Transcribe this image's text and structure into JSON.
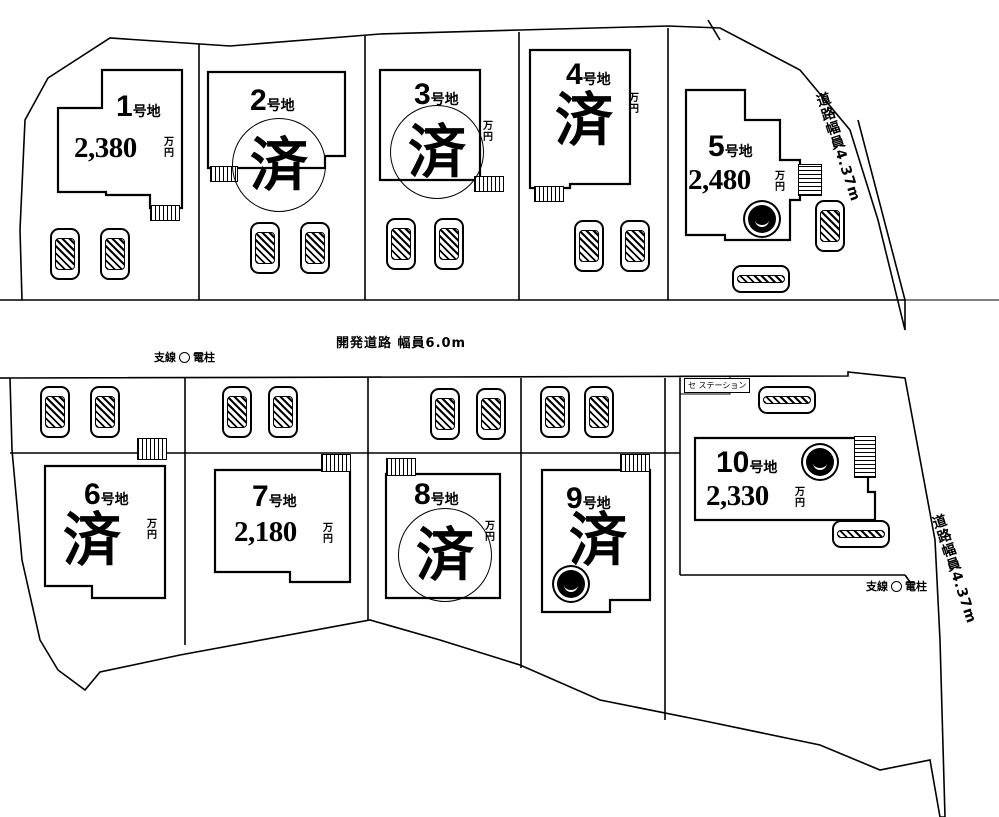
{
  "road": {
    "main": "開発道路 幅員6.0m",
    "east_top": "道路幅員4.37m",
    "east_bottom": "道路幅員4.37m"
  },
  "poles": [
    {
      "label": "支線",
      "label2": "電柱"
    },
    {
      "label": "支線",
      "label2": "電柱"
    }
  ],
  "parking_label": "セ ステーション",
  "lots": [
    {
      "number": "1",
      "suffix": "号地",
      "price": "2,380",
      "unit": "万円",
      "sold": false
    },
    {
      "number": "2",
      "suffix": "号地",
      "price": "",
      "unit": "",
      "sold": true,
      "sold_mark": "済"
    },
    {
      "number": "3",
      "suffix": "号地",
      "price": "",
      "unit": "万円",
      "sold": true,
      "sold_mark": "済"
    },
    {
      "number": "4",
      "suffix": "号地",
      "price": "",
      "unit": "万円",
      "sold": true,
      "sold_mark": "済"
    },
    {
      "number": "5",
      "suffix": "号地",
      "price": "2,480",
      "unit": "万円",
      "sold": false
    },
    {
      "number": "6",
      "suffix": "号地",
      "price": "",
      "unit": "万円",
      "sold": true,
      "sold_mark": "済"
    },
    {
      "number": "7",
      "suffix": "号地",
      "price": "2,180",
      "unit": "万円",
      "sold": false
    },
    {
      "number": "8",
      "suffix": "号地",
      "price": "",
      "unit": "万円",
      "sold": true,
      "sold_mark": "済"
    },
    {
      "number": "9",
      "suffix": "号地",
      "price": "",
      "unit": "",
      "sold": true,
      "sold_mark": "済"
    },
    {
      "number": "10",
      "suffix": "号地",
      "price": "2,330",
      "unit": "万円",
      "sold": false
    }
  ]
}
